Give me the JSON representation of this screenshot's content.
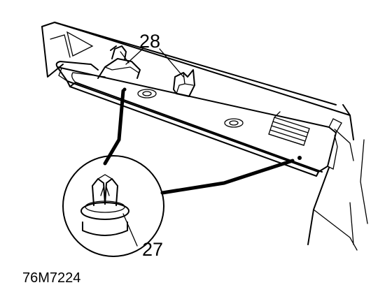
{
  "diagram": {
    "callouts": {
      "label_28": "28",
      "label_27": "27"
    },
    "figure_reference": "76M7224",
    "colors": {
      "ink": "#000000",
      "background": "#ffffff"
    }
  }
}
